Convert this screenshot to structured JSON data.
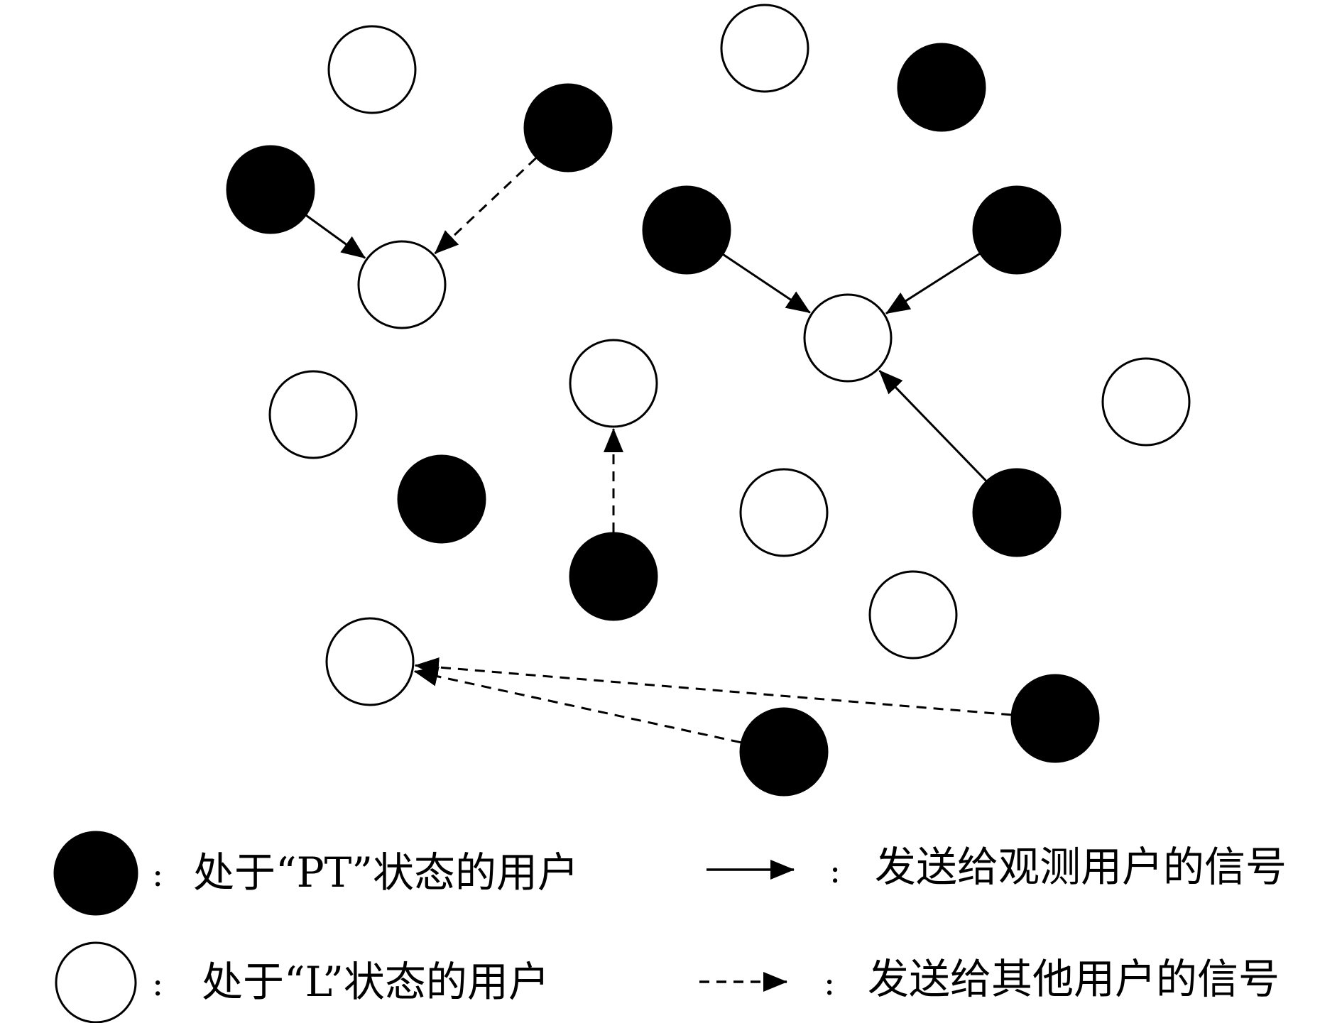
{
  "colors": {
    "pt_fill": "#000000",
    "l_fill": "#ffffff",
    "stroke": "#000000"
  },
  "nodes": [
    {
      "state": "L"
    },
    {
      "state": "PT"
    },
    {
      "state": "L"
    },
    {
      "state": "PT"
    },
    {
      "state": "PT"
    },
    {
      "state": "L"
    },
    {
      "state": "PT"
    },
    {
      "state": "PT"
    },
    {
      "state": "L"
    },
    {
      "state": "L"
    },
    {
      "state": "L"
    },
    {
      "state": "L"
    },
    {
      "state": "PT"
    },
    {
      "state": "L"
    },
    {
      "state": "PT"
    },
    {
      "state": "PT"
    },
    {
      "state": "L"
    },
    {
      "state": "L"
    },
    {
      "state": "PT"
    },
    {
      "state": "PT"
    }
  ],
  "signals": [
    {
      "from": 3,
      "to": 5,
      "type": "to-observer"
    },
    {
      "from": 1,
      "to": 5,
      "type": "to-other"
    },
    {
      "from": 6,
      "to": 8,
      "type": "to-observer"
    },
    {
      "from": 7,
      "to": 8,
      "type": "to-observer"
    },
    {
      "from": 14,
      "to": 8,
      "type": "to-observer"
    },
    {
      "from": 15,
      "to": 10,
      "type": "to-other"
    },
    {
      "from": 18,
      "to": 17,
      "type": "to-other"
    },
    {
      "from": 19,
      "to": 17,
      "type": "to-other"
    }
  ],
  "legend": {
    "pt_user": "处于“PT”状态的用户",
    "l_user": "处于“L”状态的用户",
    "to_observer_signal": "发送给观测用户的信号",
    "to_other_signal": "发送给其他用户的信号",
    "separator": ":"
  }
}
